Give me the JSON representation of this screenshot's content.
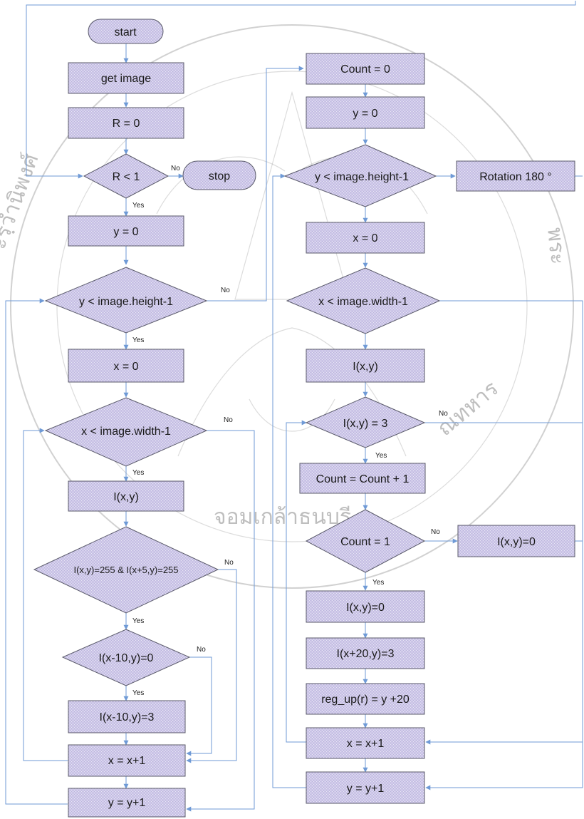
{
  "watermark": {
    "text_bottom": "จอมเกล้าธนบุรี",
    "text_left": "ะรฺวำนิพงศ์",
    "text_right": "พระ",
    "text_right_low": "ณทหาร"
  },
  "left": {
    "start": "start",
    "get_image": "get image",
    "r0": "R = 0",
    "r_lt_1": "R < 1",
    "stop": "stop",
    "y0": "y = 0",
    "y_cond": "y < image.height-1",
    "x0": "x = 0",
    "x_cond": "x < image.width-1",
    "ixy": "I(x,y)",
    "cond255": "I(x,y)=255 & I(x+5,y)=255",
    "cond_m10": "I(x-10,y)=0",
    "set_m10": "I(x-10,y)=3",
    "x_inc": "x = x+1",
    "y_inc": "y = y+1"
  },
  "right": {
    "count0": "Count = 0",
    "y0": "y = 0",
    "y_cond": "y < image.height-1",
    "rotation": "Rotation 180 °",
    "x0": "x = 0",
    "x_cond": "x < image.width-1",
    "ixy": "I(x,y)",
    "ixy_eq3": "I(x,y) = 3",
    "count_inc": "Count = Count + 1",
    "count_eq1": "Count = 1",
    "ixy_zero_side": "I(x,y)=0",
    "ixy_zero": "I(x,y)=0",
    "set_p20": "I(x+20,y)=3",
    "reg_up": "reg_up(r) = y +20",
    "x_inc": "x = x+1",
    "y_inc": "y = y+1"
  },
  "labels": {
    "yes": "Yes",
    "no": "No"
  }
}
